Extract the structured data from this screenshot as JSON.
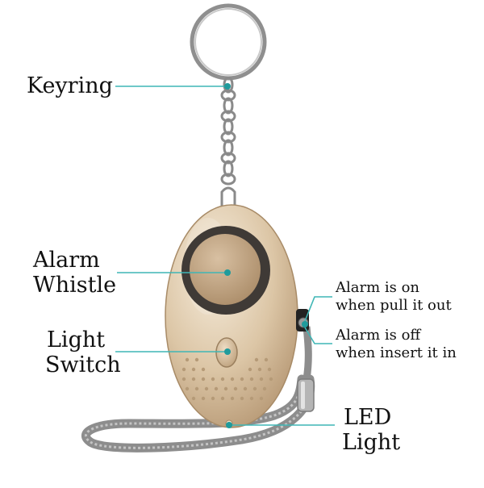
{
  "colors": {
    "body": "#d9c3a3",
    "body_light": "#f3e6d2",
    "body_dark": "#b89a74",
    "whistle_ring": "#3f3a36",
    "whistle_face": "#c9ad8c",
    "pointer": "#2aa6a6",
    "dot": "#1f8f90",
    "metal": "#9a9a9a",
    "lanyard": "#8e8e8e"
  },
  "labels": {
    "keyring": "Keyring",
    "alarm_whistle": [
      "Alarm",
      "Whistle"
    ],
    "light_switch": [
      "Light",
      "Switch"
    ],
    "alarm_on": [
      "Alarm is on",
      "when pull it out"
    ],
    "alarm_off": [
      "Alarm is off",
      "when insert it in"
    ],
    "led_light": [
      "LED",
      "Light"
    ]
  }
}
